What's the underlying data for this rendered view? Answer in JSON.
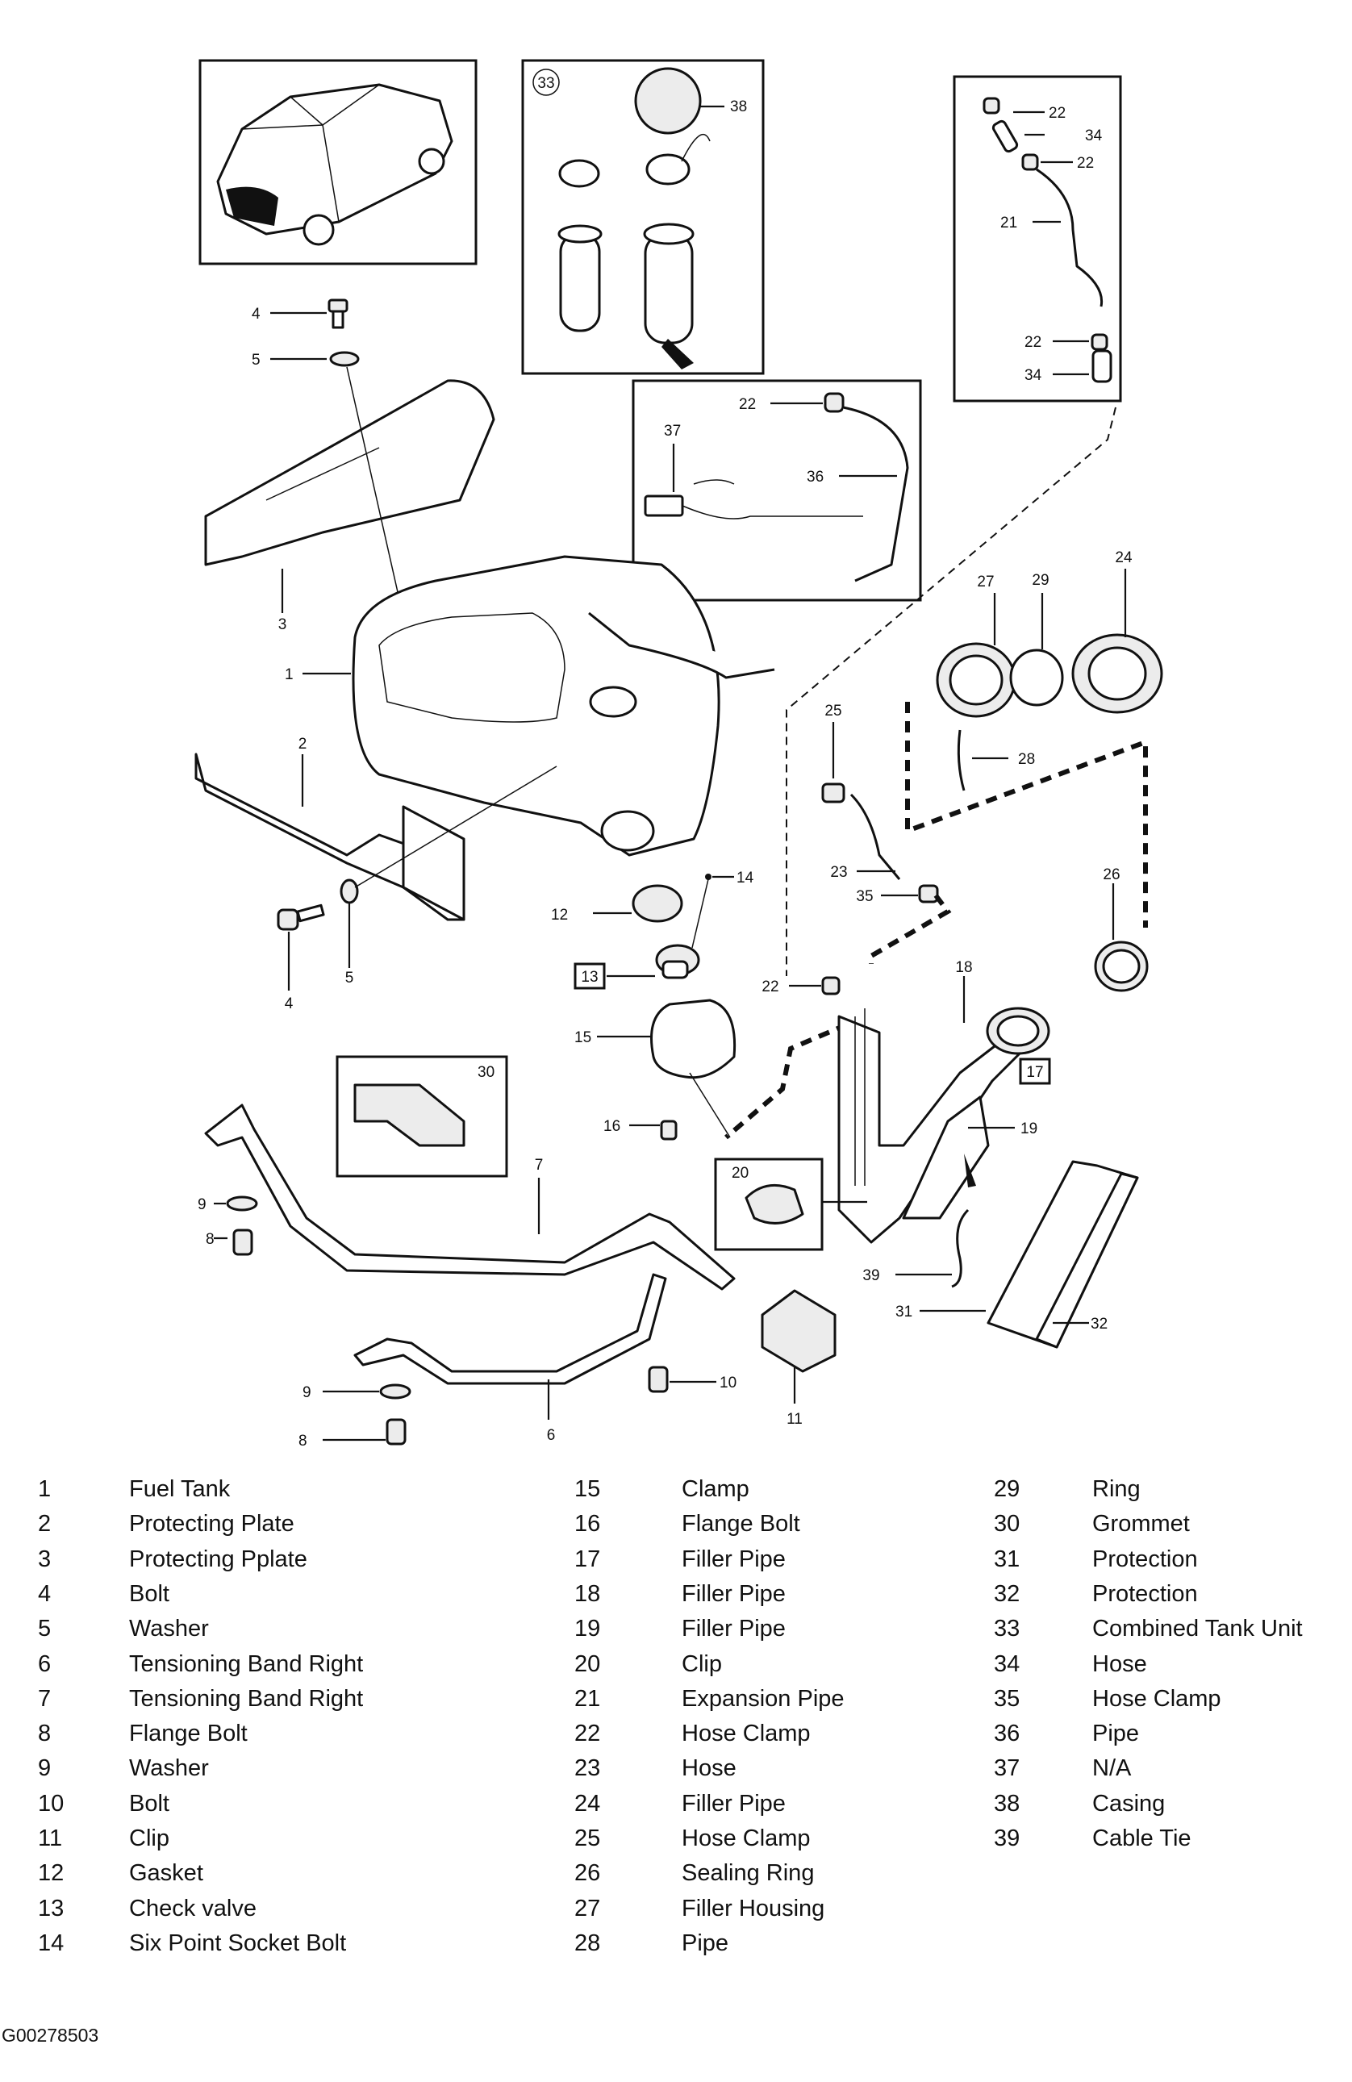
{
  "legend": [
    {
      "num": "1",
      "label": "Fuel Tank"
    },
    {
      "num": "2",
      "label": "Protecting Plate"
    },
    {
      "num": "3",
      "label": "Protecting Pplate"
    },
    {
      "num": "4",
      "label": "Bolt"
    },
    {
      "num": "5",
      "label": "Washer"
    },
    {
      "num": "6",
      "label": "Tensioning Band Right"
    },
    {
      "num": "7",
      "label": "Tensioning Band Right"
    },
    {
      "num": "8",
      "label": "Flange Bolt"
    },
    {
      "num": "9",
      "label": "Washer"
    },
    {
      "num": "10",
      "label": "Bolt"
    },
    {
      "num": "11",
      "label": "Clip"
    },
    {
      "num": "12",
      "label": "Gasket"
    },
    {
      "num": "13",
      "label": "Check valve"
    },
    {
      "num": "14",
      "label": "Six Point Socket Bolt"
    },
    {
      "num": "15",
      "label": "Clamp"
    },
    {
      "num": "16",
      "label": "Flange Bolt"
    },
    {
      "num": "17",
      "label": "Filler Pipe"
    },
    {
      "num": "18",
      "label": "Filler Pipe"
    },
    {
      "num": "19",
      "label": "Filler Pipe"
    },
    {
      "num": "20",
      "label": "Clip"
    },
    {
      "num": "21",
      "label": "Expansion Pipe"
    },
    {
      "num": "22",
      "label": "Hose Clamp"
    },
    {
      "num": "23",
      "label": "Hose"
    },
    {
      "num": "24",
      "label": "Filler Pipe"
    },
    {
      "num": "25",
      "label": "Hose Clamp"
    },
    {
      "num": "26",
      "label": "Sealing Ring"
    },
    {
      "num": "27",
      "label": "Filler Housing"
    },
    {
      "num": "28",
      "label": "Pipe"
    },
    {
      "num": "29",
      "label": "Ring"
    },
    {
      "num": "30",
      "label": "Grommet"
    },
    {
      "num": "31",
      "label": "Protection"
    },
    {
      "num": "32",
      "label": "Protection"
    },
    {
      "num": "33",
      "label": "Combined Tank Unit"
    },
    {
      "num": "34",
      "label": "Hose"
    },
    {
      "num": "35",
      "label": "Hose Clamp"
    },
    {
      "num": "36",
      "label": "Pipe"
    },
    {
      "num": "37",
      "label": "N/A"
    },
    {
      "num": "38",
      "label": "Casing"
    },
    {
      "num": "39",
      "label": "Cable Tie"
    }
  ],
  "callouts": {
    "c1": "1",
    "c2": "2",
    "c3": "3",
    "c4a": "4",
    "c4b": "4",
    "c5a": "5",
    "c5b": "5",
    "c6": "6",
    "c7": "7",
    "c8a": "8",
    "c8b": "8",
    "c9a": "9",
    "c9b": "9",
    "c10": "10",
    "c11": "11",
    "c12": "12",
    "c13": "13",
    "c14": "14",
    "c15": "15",
    "c16": "16",
    "c17": "17",
    "c18": "18",
    "c19": "19",
    "c20": "20",
    "c21": "21",
    "c22a": "22",
    "c22b": "22",
    "c22c": "22",
    "c22d": "22",
    "c22e": "22",
    "c23": "23",
    "c24": "24",
    "c25": "25",
    "c26": "26",
    "c27": "27",
    "c28": "28",
    "c29": "29",
    "c30": "30",
    "c31": "31",
    "c32": "32",
    "c33": "33",
    "c34a": "34",
    "c34b": "34",
    "c35": "35",
    "c36": "36",
    "c37": "37",
    "c38": "38",
    "c39": "39"
  },
  "figure_code": "G00278503"
}
